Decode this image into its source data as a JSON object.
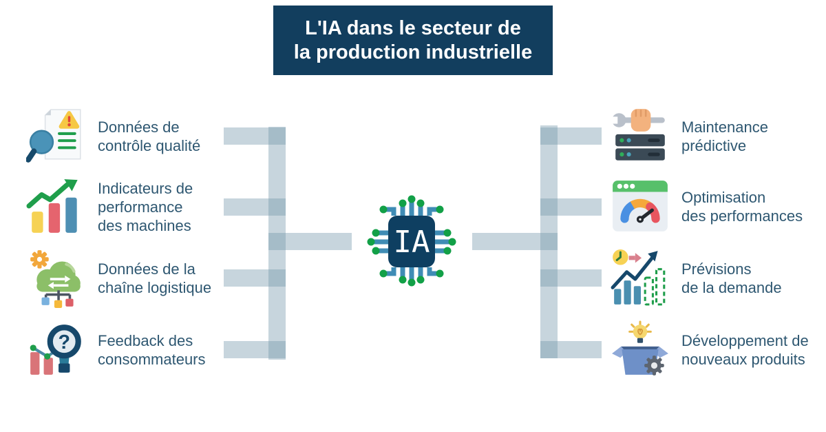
{
  "title": {
    "line1": "L'IA dans le secteur de",
    "line2": "la production industrielle"
  },
  "center": {
    "chip_label": "IA"
  },
  "left_items": [
    {
      "icon": "quality-document-icon",
      "lines": [
        "Données de",
        "contrôle qualité"
      ]
    },
    {
      "icon": "performance-chart-icon",
      "lines": [
        "Indicateurs de",
        "performance",
        "des machines"
      ]
    },
    {
      "icon": "supply-cloud-icon",
      "lines": [
        "Données de la",
        "chaîne logistique"
      ]
    },
    {
      "icon": "feedback-magnifier-icon",
      "lines": [
        "Feedback des",
        "consommateurs"
      ]
    }
  ],
  "right_items": [
    {
      "icon": "maintenance-wrench-icon",
      "lines": [
        "Maintenance",
        "prédictive"
      ]
    },
    {
      "icon": "performance-gauge-icon",
      "lines": [
        "Optimisation",
        "des performances"
      ]
    },
    {
      "icon": "forecast-chart-icon",
      "lines": [
        "Prévisions",
        "de la demande"
      ]
    },
    {
      "icon": "product-box-icon",
      "lines": [
        "Développement de",
        "nouveaux produits"
      ]
    }
  ],
  "palette": {
    "title_bg": "#123e5e",
    "title_text": "#ffffff",
    "item_text": "#2e5771",
    "connector_light": "#ccd9e0",
    "connector_overlap": "#9fb6c2",
    "chip_body": "#0e3f61",
    "chip_trace": "#3f8cb5",
    "chip_node": "#12a047",
    "green": "#1f9e4b",
    "yellow": "#f6d254",
    "red": "#e5646e",
    "steel_blue": "#4a8fb0"
  }
}
